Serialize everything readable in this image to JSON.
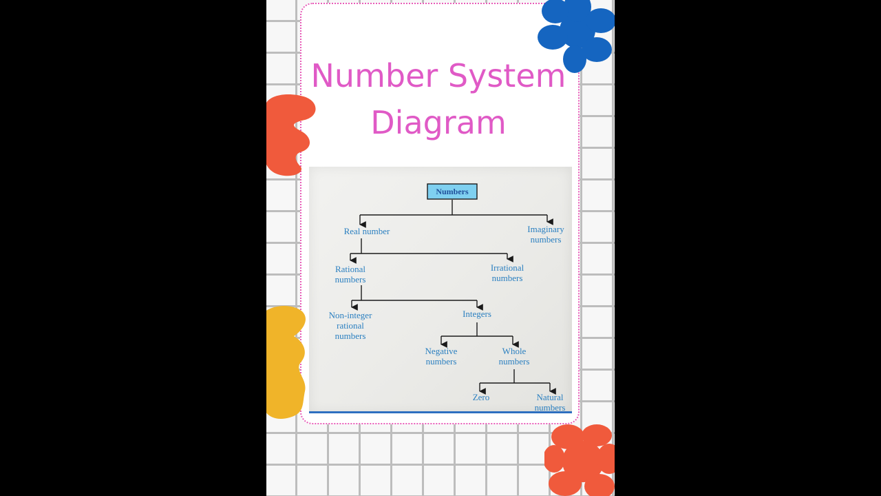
{
  "title": {
    "line1": "Number System",
    "line2": "Diagram"
  },
  "diagram": {
    "root": "Numbers",
    "real_number": "Real number",
    "imaginary_numbers": [
      "Imaginary",
      "numbers"
    ],
    "rational_numbers": [
      "Rational",
      "numbers"
    ],
    "irrational_numbers": [
      "Irrational",
      "numbers"
    ],
    "non_integer_rational": [
      "Non-integer",
      "rational",
      "numbers"
    ],
    "integers": "Integers",
    "negative_numbers": [
      "Negative",
      "numbers"
    ],
    "whole_numbers": [
      "Whole",
      "numbers"
    ],
    "zero": "Zero",
    "natural_numbers": [
      "Natural",
      "numbers"
    ]
  },
  "colors": {
    "title": "#e05ac6",
    "card_border": "#e85bb8",
    "node_text": "#2a7fc0",
    "root_box": "#7fd0f0",
    "blob_blue": "#1565c0",
    "blob_orange": "#f05a3c",
    "blob_yellow": "#f0b429"
  }
}
